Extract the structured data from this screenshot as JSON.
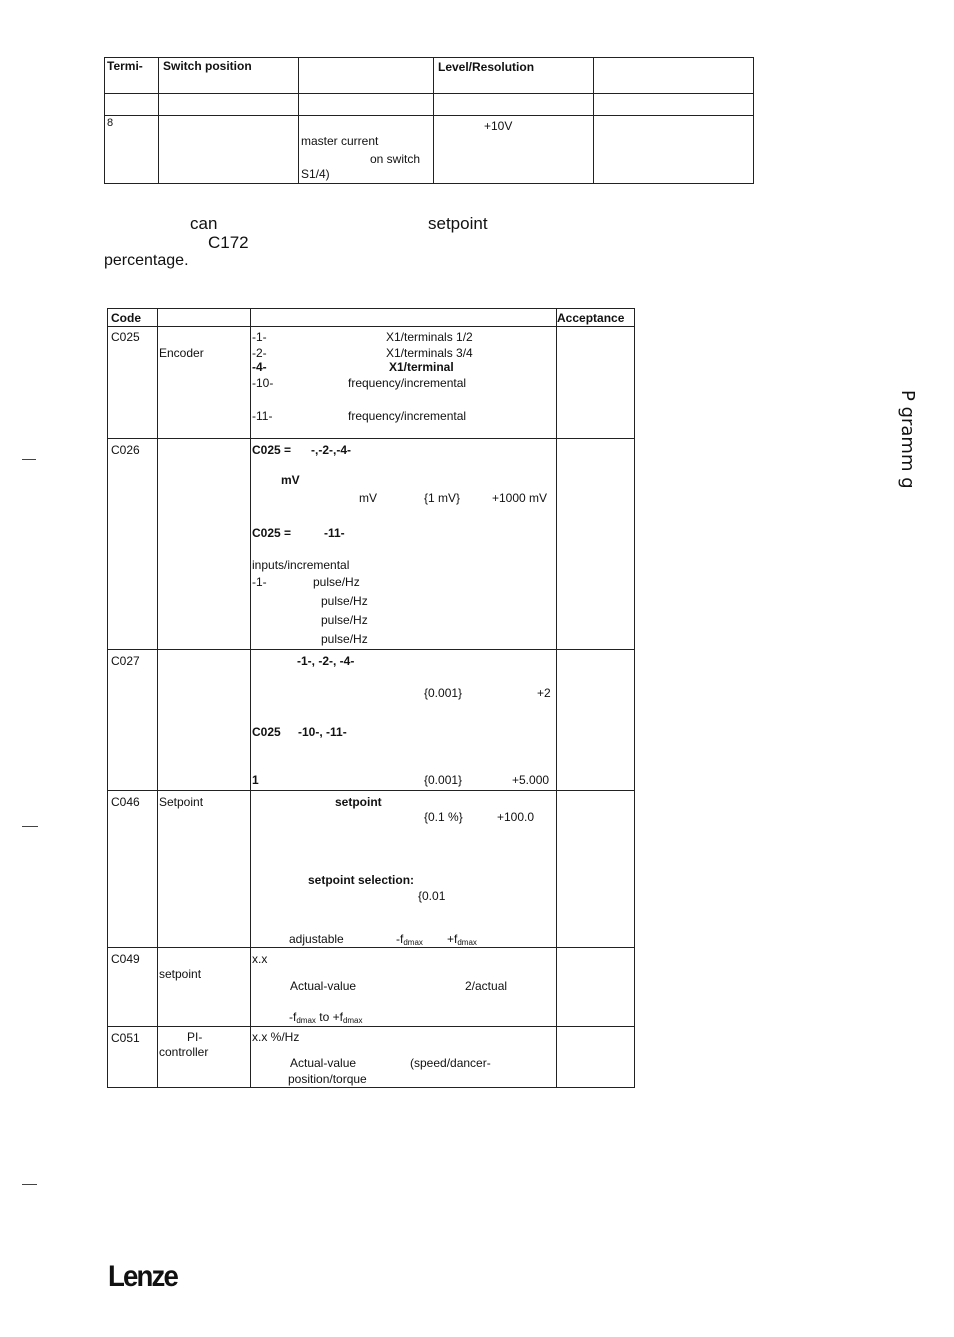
{
  "top_table": {
    "headers": [
      "Termi-",
      "Switch position",
      "",
      "Level/Resolution",
      ""
    ],
    "row": {
      "terminal": "8",
      "function_lines": [
        "master current",
        "on switch",
        "S1/4)"
      ],
      "level": "+10V"
    }
  },
  "intro": {
    "w_can": "can",
    "w_setpoint": "setpoint",
    "w_c172": "C172",
    "w_percentage": "percentage."
  },
  "code_table": {
    "header_code": "Code",
    "header_acceptance": "Acceptance",
    "rows": [
      {
        "code": "C025",
        "name_lines": [
          "Encoder"
        ],
        "opts": [
          "-1-",
          "-2-",
          "-4-",
          "-10-",
          "-11-"
        ],
        "descs": [
          "X1/terminals 1/2",
          "X1/terminals 3/4",
          "X1/terminal",
          "frequency/incremental",
          "frequency/incremental"
        ]
      },
      {
        "code": "C026",
        "lines": [
          "C025 =",
          "-,-2-,-4-",
          "mV",
          "mV",
          "{1 mV}",
          "+1000 mV",
          "C025 =",
          "-11-",
          "inputs/incremental",
          "-1-",
          "pulse/Hz",
          "pulse/Hz",
          "pulse/Hz",
          "pulse/Hz"
        ]
      },
      {
        "code": "C027",
        "lines": [
          "-1-, -2-, -4-",
          "{0.001}",
          "+2",
          "C025",
          "-10-, -11-",
          "1",
          "{0.001}",
          "+5.000"
        ]
      },
      {
        "code": "C046",
        "name": "Setpoint",
        "lines": [
          "setpoint",
          "{0.1 %}",
          "+100.0",
          "setpoint selection:",
          "{0.01",
          "adjustable",
          "-f",
          "dmax",
          "+f",
          "dmax"
        ]
      },
      {
        "code": "C049",
        "name": "setpoint",
        "lines": [
          "x.x",
          "Actual-value",
          "2/actual",
          "-f",
          "dmax",
          "to +f",
          "dmax"
        ]
      },
      {
        "code": "C051",
        "name_lines": [
          "PI-",
          "controller"
        ],
        "lines": [
          "x.x %/Hz",
          "Actual-value",
          "(speed/dancer-",
          "position/torque"
        ]
      }
    ]
  },
  "side_text": "P gramm g",
  "logo": "Lenze"
}
